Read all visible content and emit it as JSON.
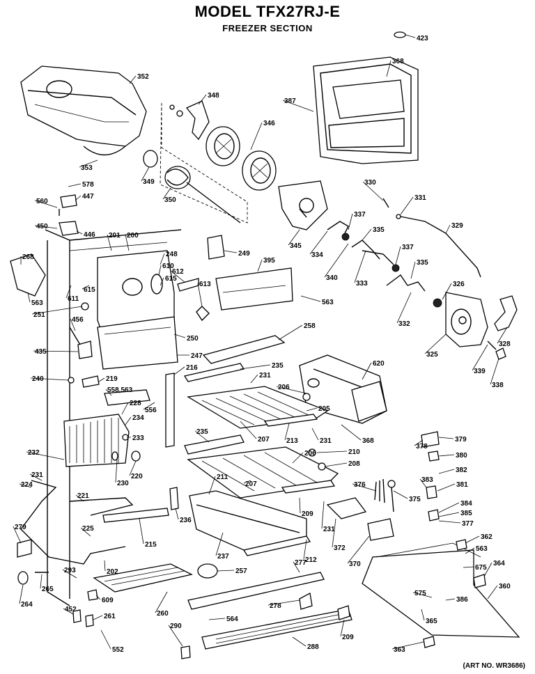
{
  "title": "MODEL TFX27RJ-E",
  "subtitle": "FREEZER SECTION",
  "art_no": "(ART NO. WR3686)",
  "callouts": [
    "423",
    "352",
    "348",
    "368",
    "387",
    "346",
    "353",
    "349",
    "350",
    "578",
    "447",
    "560",
    "330",
    "331",
    "450",
    "446",
    "201",
    "200",
    "249",
    "345",
    "337",
    "329",
    "268",
    "248",
    "395",
    "334",
    "335",
    "610",
    "612",
    "340",
    "337",
    "615",
    "613",
    "333",
    "335",
    "326",
    "611",
    "615",
    "563",
    "251",
    "563",
    "258",
    "332",
    "456",
    "250",
    "328",
    "325",
    "435",
    "247",
    "620",
    "216",
    "235",
    "231",
    "339",
    "240",
    "219",
    "206",
    "558,563",
    "338",
    "228",
    "556",
    "205",
    "234",
    "368",
    "207",
    "213",
    "231",
    "233",
    "378",
    "379",
    "210",
    "232",
    "235",
    "206",
    "380",
    "208",
    "220",
    "382",
    "231",
    "224",
    "230",
    "211",
    "207",
    "376",
    "383",
    "381",
    "221",
    "209",
    "375",
    "384",
    "385",
    "236",
    "279",
    "231",
    "377",
    "225",
    "372",
    "215",
    "362",
    "237",
    "563",
    "202",
    "265",
    "212",
    "370",
    "675",
    "293",
    "257",
    "264",
    "364",
    "277",
    "575",
    "360",
    "609",
    "386",
    "452",
    "278",
    "260",
    "261",
    "365",
    "290",
    "564",
    "209",
    "552",
    "288",
    "363"
  ]
}
